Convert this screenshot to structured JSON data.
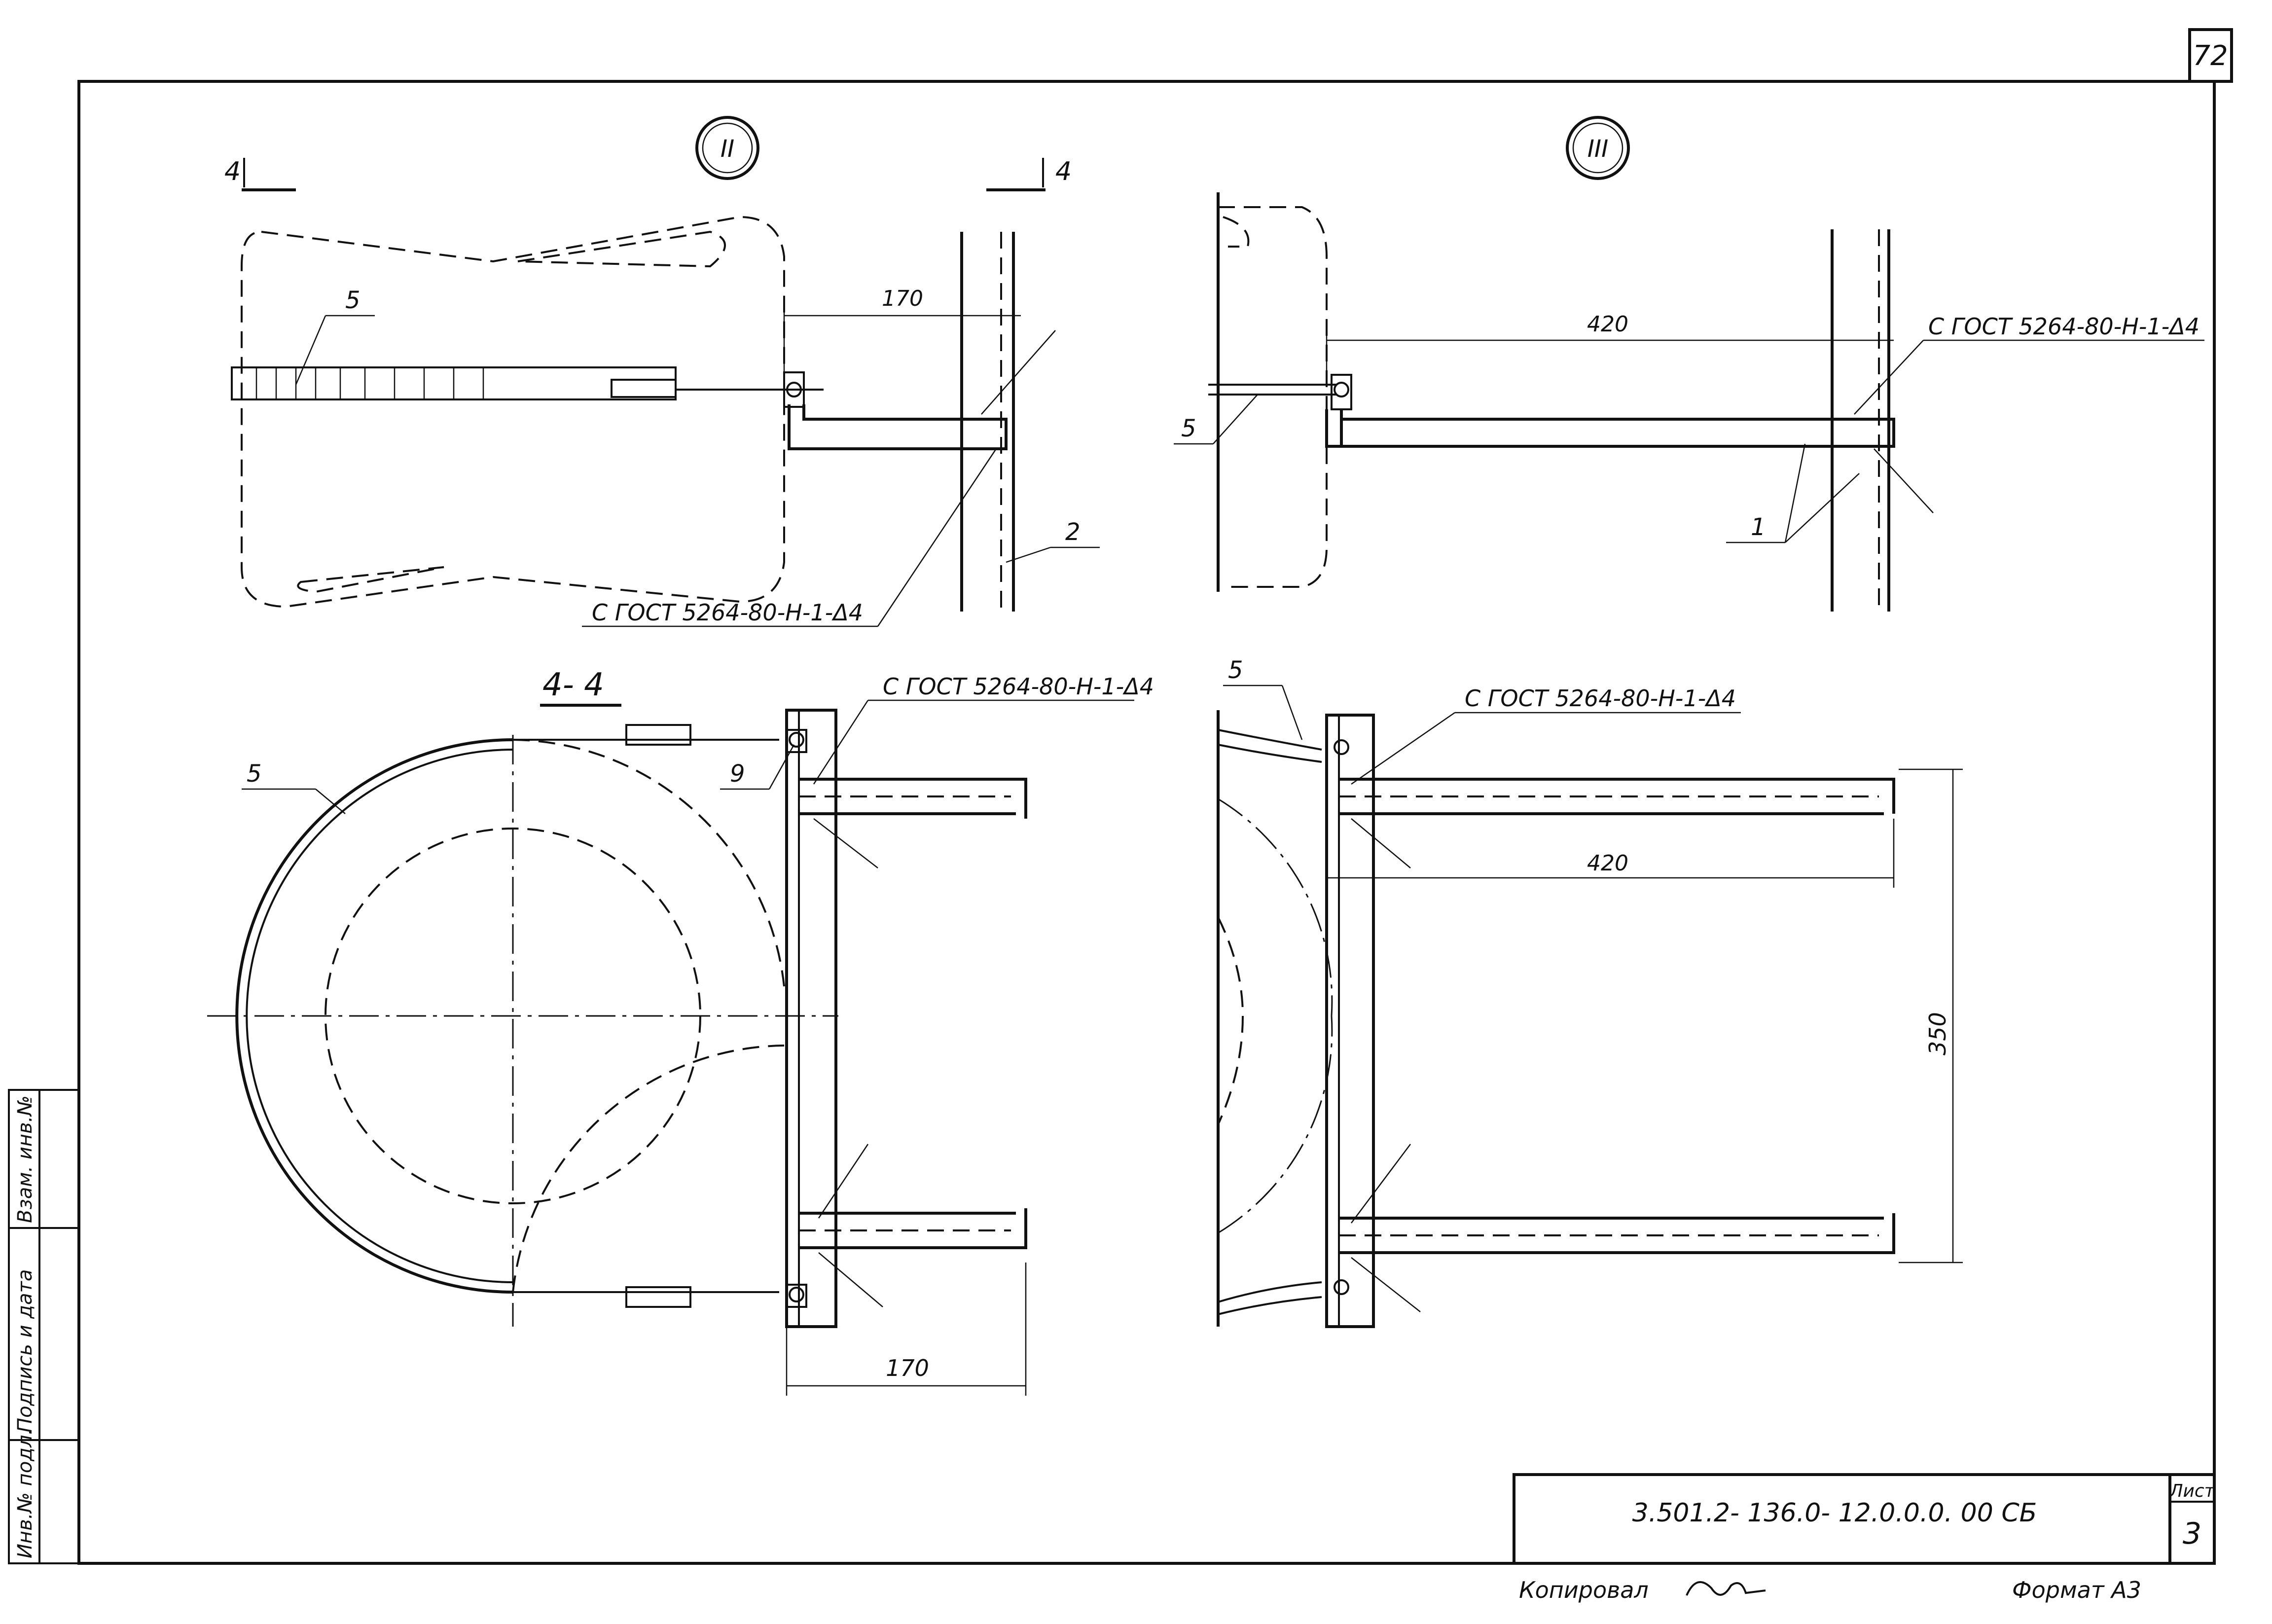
{
  "sheet": {
    "page_number": "72",
    "views": {
      "detail_ii": "II",
      "detail_iii": "III",
      "section_label": "4- 4",
      "section_mark": "4"
    },
    "dimensions": {
      "d170": "170",
      "d420": "420",
      "d350": "350"
    },
    "weld_notes": {
      "w1": "С ГОСТ 5264-80-Н-1-Δ4",
      "w2": "С ГОСТ 5264-80-Н-1-Δ4",
      "w3": "С ГОСТ 5264-80-Н-1-Δ4",
      "w4": "С ГОСТ 5264-80-Н-1-Δ4"
    },
    "positions": {
      "p1": "1",
      "p2": "2",
      "p5": "5",
      "p9": "9"
    },
    "side_stamp": {
      "c1": "Инв.№ подл.",
      "c2": "Подпись и дата",
      "c3": "Взам. инв.№"
    },
    "title_block": {
      "designation": "3.501.2- 136.0- 12.0.0.0. 00 СБ",
      "sheet_label": "Лист",
      "sheet_number": "3"
    },
    "footer": {
      "copied": "Копировал",
      "format": "Формат А3"
    }
  }
}
